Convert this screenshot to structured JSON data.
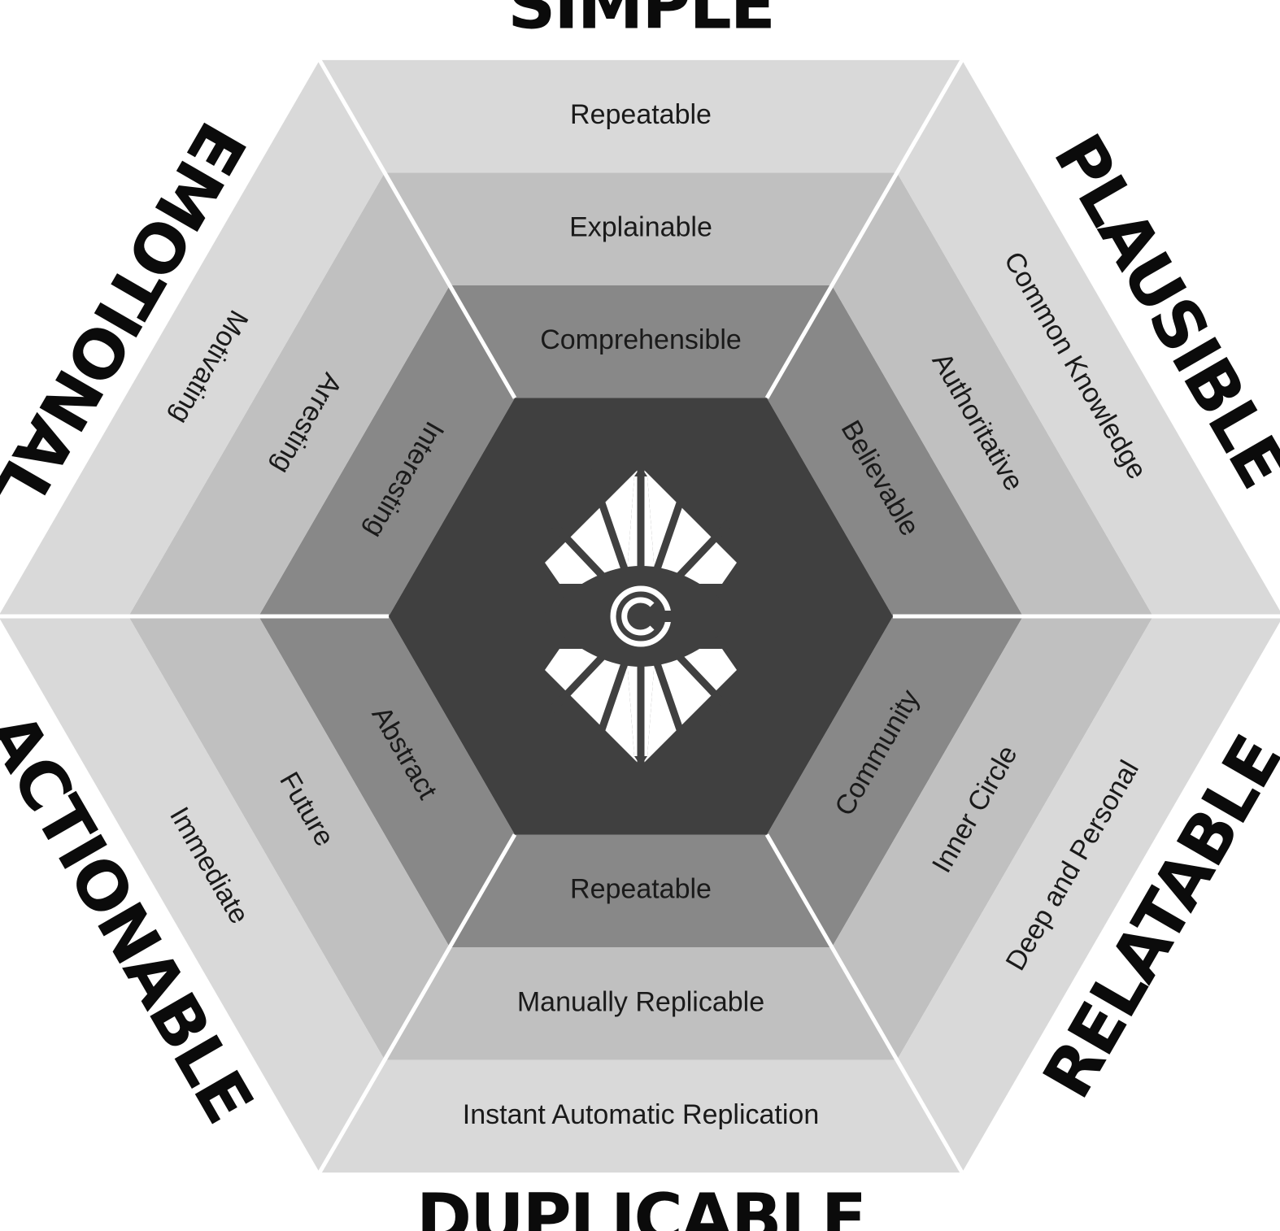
{
  "colors": {
    "ring_outer": "#d9d9d9",
    "ring_middle": "#c0c0c0",
    "ring_inner": "#888888",
    "core": "#404040",
    "logo": "#ffffff",
    "text": "#1a1a1a"
  },
  "center_logo": {
    "icon": "eye-diamond-c-logo-icon"
  },
  "sides": [
    {
      "key": "simple",
      "category": "SIMPLE",
      "rings": [
        "Comprehensible",
        "Explainable",
        "Repeatable"
      ]
    },
    {
      "key": "plausible",
      "category": "PLAUSIBLE",
      "rings": [
        "Believable",
        "Authoritative",
        "Common Knowledge"
      ]
    },
    {
      "key": "relatable",
      "category": "RELATABLE",
      "rings": [
        "Community",
        "Inner Circle",
        "Deep and Personal"
      ]
    },
    {
      "key": "duplicable",
      "category": "DUPLICABLE",
      "rings": [
        "Repeatable",
        "Manually Replicable",
        "Instant Automatic Replication"
      ]
    },
    {
      "key": "actionable",
      "category": "ACTIONABLE",
      "rings": [
        "Abstract",
        "Future",
        "Immediate"
      ]
    },
    {
      "key": "emotional",
      "category": "EMOTIONAL",
      "rings": [
        "Interesting",
        "Arresting",
        "Motivating"
      ]
    }
  ]
}
